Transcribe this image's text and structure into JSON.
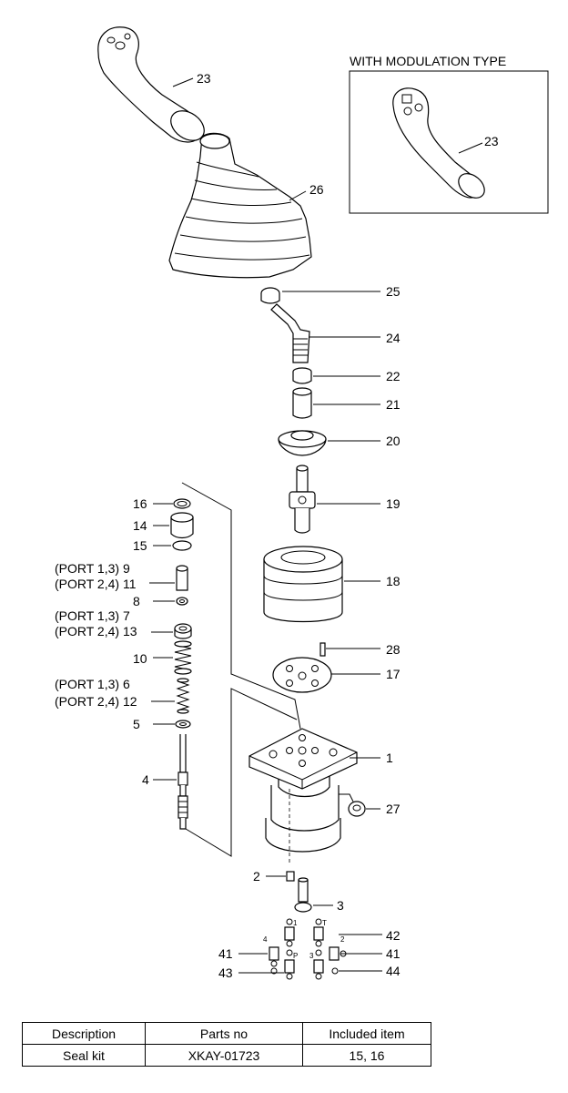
{
  "inset": {
    "title": "WITH MODULATION TYPE",
    "part_label": "23"
  },
  "callouts": {
    "c23": "23",
    "c26": "26",
    "c25": "25",
    "c24": "24",
    "c22": "22",
    "c21": "21",
    "c20": "20",
    "c19": "19",
    "c18": "18",
    "c28": "28",
    "c17": "17",
    "c1": "1",
    "c27": "27",
    "c2": "2",
    "c3": "3",
    "c42": "42",
    "c41a": "41",
    "c41b": "41",
    "c43": "43",
    "c44": "44",
    "c16": "16",
    "c14": "14",
    "c15": "15",
    "c9": "(PORT 1,3)  9",
    "c11": "(PORT 2,4) 11",
    "c8": "8",
    "c7": "(PORT 1,3)  7",
    "c13": "(PORT 2,4) 13",
    "c10": "10",
    "c6": "(PORT 1,3)  6",
    "c12": "(PORT 2,4) 12",
    "c5": "5",
    "c4": "4"
  },
  "port_marks": {
    "p1": "1",
    "pT": "T",
    "p4": "4",
    "p2": "2",
    "pP": "P",
    "p3": "3"
  },
  "table": {
    "headers": [
      "Description",
      "Parts no",
      "Included item"
    ],
    "rows": [
      [
        "Seal kit",
        "XKAY-01723",
        "15, 16"
      ]
    ]
  }
}
